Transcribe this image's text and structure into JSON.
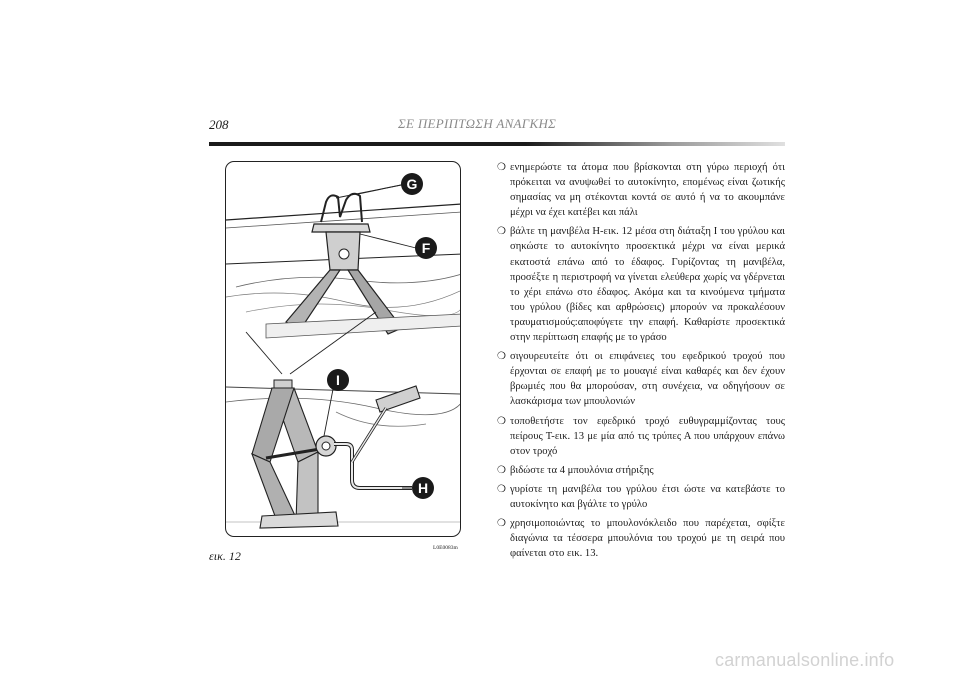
{
  "header": {
    "page_number": "208",
    "section_title": "ΣΕ ΠΕΡΙΠΤΩΣΗ ΑΝΑΓΚΗΣ"
  },
  "figure": {
    "caption": "εικ. 12",
    "code": "L0E0083m",
    "labels": {
      "g": "G",
      "f": "F",
      "i": "I",
      "h": "H"
    }
  },
  "instructions": [
    {
      "icon": "ring-bullet-icon",
      "text": "ενημερώστε τα άτομα που βρίσκονται στη γύρω περιοχή ότι πρόκειται να ανυψωθεί το αυτοκίνητο, επομένως είναι ζωτικής σημασίας να μη στέκονται κοντά σε αυτό ή να το ακουμπάνε μέχρι να έχει κατέβει και πάλι"
    },
    {
      "icon": "ring-bullet-icon",
      "text": "βάλτε τη μανιβέλα H-εικ. 12 μέσα στη διάταξη Ι του γρύλου και σηκώστε το αυτοκίνητο προσεκτικά μέχρι να είναι μερικά εκατοστά επάνω από το έδαφος. Γυρίζοντας τη μανιβέλα, προσέξτε η περιστροφή να γίνεται ελεύθερα χωρίς να γδέρνεται το χέρι επάνω στο έδαφος. Ακόμα και τα κινούμενα τμήματα του γρύλου (βίδες και αρθρώσεις) μπορούν να προκαλέσουν τραυματισμούς:αποφύγετε την επαφή. Καθαρίστε προσεκτικά στην περίπτωση επαφής με το γράσο"
    },
    {
      "icon": "ring-bullet-icon",
      "text": "σιγουρευτείτε ότι οι επιφάνειες του εφεδρικού τροχού που έρχονται σε επαφή με το μουαγιέ είναι καθαρές και δεν έχουν βρωμιές που θα μπορούσαν, στη συνέχεια, να οδηγήσουν σε λασκάρισμα των μπουλονιών"
    },
    {
      "icon": "ring-bullet-icon",
      "text": "τοποθετήστε τον εφεδρικό τροχό ευθυγραμμίζοντας τους πείρους Τ-εικ. 13 με μία από τις τρύπες Α που υπάρχουν επάνω στον τροχό"
    },
    {
      "icon": "ring-bullet-icon",
      "text": "βιδώστε τα 4 μπουλόνια στήριξης"
    },
    {
      "icon": "ring-bullet-icon",
      "text": "γυρίστε τη μανιβέλα του γρύλου έτσι ώστε να κατεβάστε το αυτοκίνητο και βγάλτε το γρύλο"
    },
    {
      "icon": "ring-bullet-icon",
      "text": "χρησιμοποιώντας το μπουλονόκλειδο που παρέχεται, σφίξτε διαγώνια τα τέσσερα μπουλόνια του τροχού με τη σειρά που φαίνεται στο εικ. 13."
    }
  ],
  "watermark": "carmanualsonline.info"
}
